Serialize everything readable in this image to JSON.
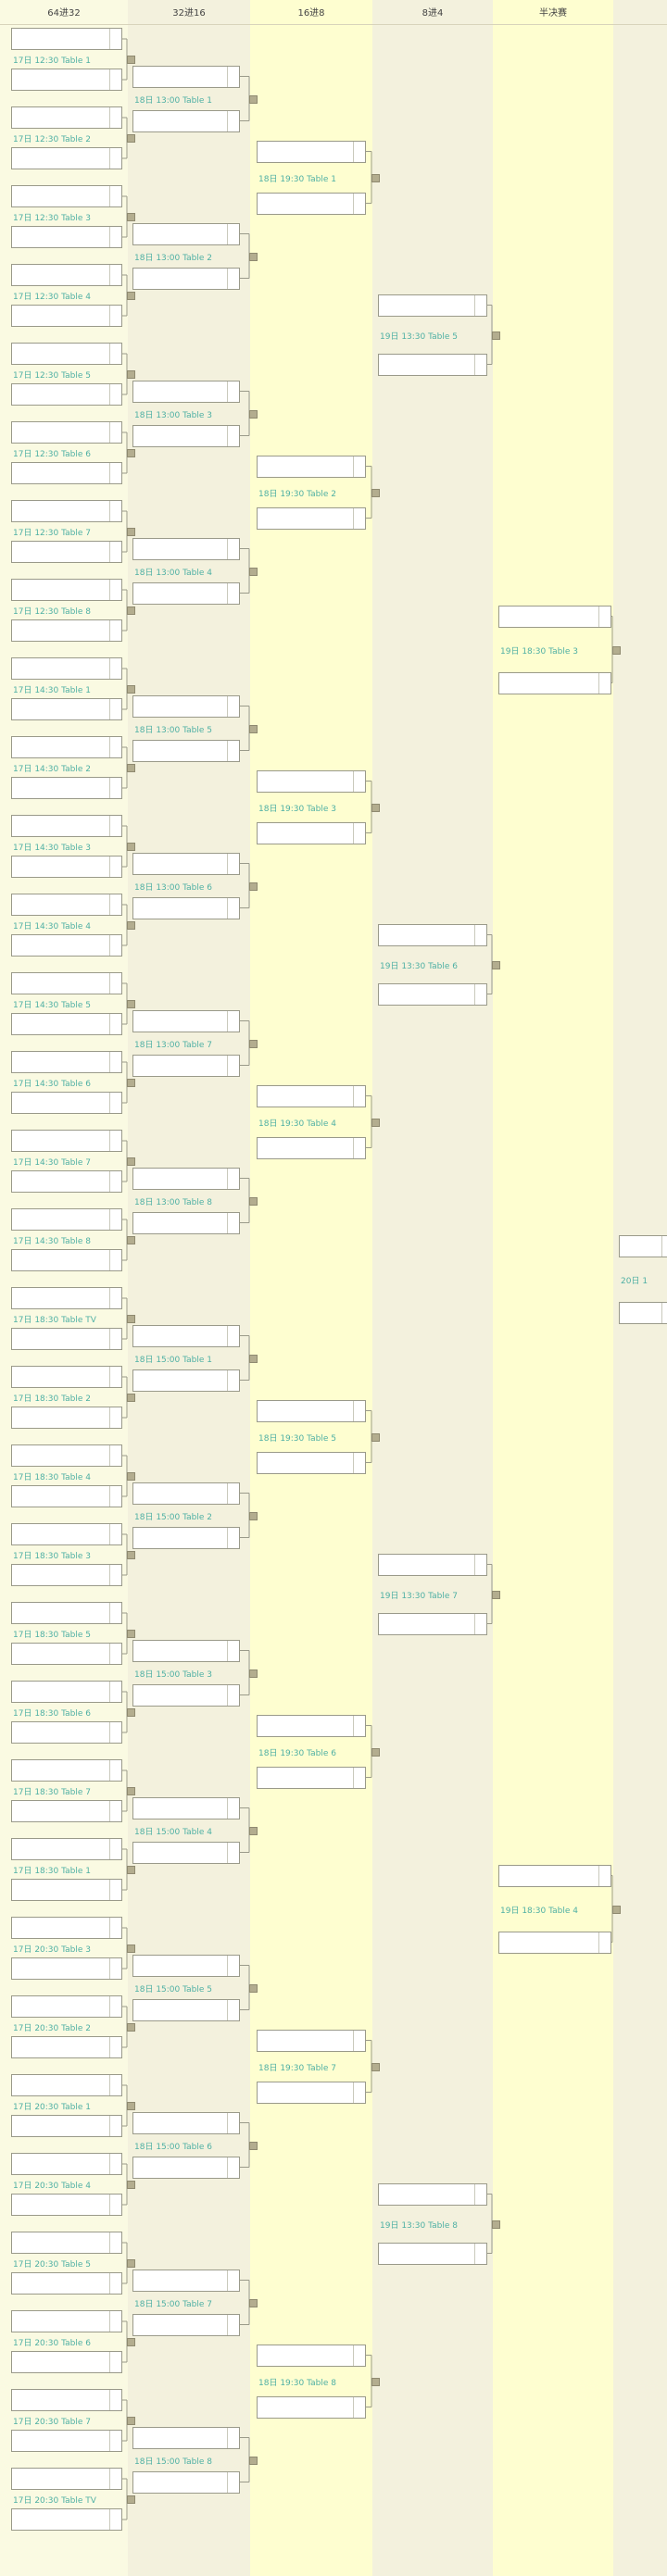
{
  "rounds": [
    {
      "label": "64进32",
      "bg": "#fafae2"
    },
    {
      "label": "32进16",
      "bg": "#f3f1dd"
    },
    {
      "label": "16进8",
      "bg": "#fefed0"
    },
    {
      "label": "8进4",
      "bg": "#f3f1dd"
    },
    {
      "label": "半决赛",
      "bg": "#fefed0"
    },
    {
      "label": "",
      "bg": "#f3f1dd"
    }
  ],
  "matches": {
    "r0": [
      {
        "label": "17日 12:30 Table 1",
        "top": {
          "seed": "",
          "name": "",
          "score": ""
        },
        "bottom": {
          "seed": "",
          "name": "",
          "score": ""
        }
      },
      {
        "label": "17日 12:30 Table 2",
        "top": {
          "seed": "",
          "name": "",
          "score": ""
        },
        "bottom": {
          "seed": "",
          "name": "",
          "score": ""
        }
      },
      {
        "label": "17日 12:30 Table 3",
        "top": {
          "seed": "",
          "name": "",
          "score": ""
        },
        "bottom": {
          "seed": "",
          "name": "",
          "score": ""
        }
      },
      {
        "label": "17日 12:30 Table 4",
        "top": {
          "seed": "",
          "name": "",
          "score": ""
        },
        "bottom": {
          "seed": "",
          "name": "",
          "score": ""
        }
      },
      {
        "label": "17日 12:30 Table 5",
        "top": {
          "seed": "",
          "name": "",
          "score": ""
        },
        "bottom": {
          "seed": "",
          "name": "",
          "score": ""
        }
      },
      {
        "label": "17日 12:30 Table 6",
        "top": {
          "seed": "",
          "name": "",
          "score": ""
        },
        "bottom": {
          "seed": "",
          "name": "",
          "score": ""
        }
      },
      {
        "label": "17日 12:30 Table 7",
        "top": {
          "seed": "",
          "name": "",
          "score": ""
        },
        "bottom": {
          "seed": "",
          "name": "",
          "score": ""
        }
      },
      {
        "label": "17日 12:30 Table 8",
        "top": {
          "seed": "",
          "name": "",
          "score": ""
        },
        "bottom": {
          "seed": "",
          "name": "",
          "score": ""
        }
      },
      {
        "label": "17日 14:30 Table 1",
        "top": {
          "seed": "",
          "name": "",
          "score": ""
        },
        "bottom": {
          "seed": "",
          "name": "",
          "score": ""
        }
      },
      {
        "label": "17日 14:30 Table 2",
        "top": {
          "seed": "",
          "name": "",
          "score": ""
        },
        "bottom": {
          "seed": "",
          "name": "",
          "score": ""
        }
      },
      {
        "label": "17日 14:30 Table 3",
        "top": {
          "seed": "",
          "name": "",
          "score": ""
        },
        "bottom": {
          "seed": "",
          "name": "",
          "score": ""
        }
      },
      {
        "label": "17日 14:30 Table 4",
        "top": {
          "seed": "",
          "name": "",
          "score": ""
        },
        "bottom": {
          "seed": "",
          "name": "",
          "score": ""
        }
      },
      {
        "label": "17日 14:30 Table 5",
        "top": {
          "seed": "",
          "name": "",
          "score": ""
        },
        "bottom": {
          "seed": "",
          "name": "",
          "score": ""
        }
      },
      {
        "label": "17日 14:30 Table 6",
        "top": {
          "seed": "",
          "name": "",
          "score": ""
        },
        "bottom": {
          "seed": "",
          "name": "",
          "score": ""
        }
      },
      {
        "label": "17日 14:30 Table 7",
        "top": {
          "seed": "",
          "name": "",
          "score": ""
        },
        "bottom": {
          "seed": "",
          "name": "",
          "score": ""
        }
      },
      {
        "label": "17日 14:30 Table 8",
        "top": {
          "seed": "",
          "name": "",
          "score": ""
        },
        "bottom": {
          "seed": "",
          "name": "",
          "score": ""
        }
      },
      {
        "label": "17日 18:30 Table TV",
        "top": {
          "seed": "",
          "name": "",
          "score": ""
        },
        "bottom": {
          "seed": "",
          "name": "",
          "score": ""
        }
      },
      {
        "label": "17日 18:30 Table 2",
        "top": {
          "seed": "",
          "name": "",
          "score": ""
        },
        "bottom": {
          "seed": "",
          "name": "",
          "score": ""
        }
      },
      {
        "label": "17日 18:30 Table 4",
        "top": {
          "seed": "",
          "name": "",
          "score": ""
        },
        "bottom": {
          "seed": "",
          "name": "",
          "score": ""
        }
      },
      {
        "label": "17日 18:30 Table 3",
        "top": {
          "seed": "",
          "name": "",
          "score": ""
        },
        "bottom": {
          "seed": "",
          "name": "",
          "score": ""
        }
      },
      {
        "label": "17日 18:30 Table 5",
        "top": {
          "seed": "",
          "name": "",
          "score": ""
        },
        "bottom": {
          "seed": "",
          "name": "",
          "score": ""
        }
      },
      {
        "label": "17日 18:30 Table 6",
        "top": {
          "seed": "",
          "name": "",
          "score": ""
        },
        "bottom": {
          "seed": "",
          "name": "",
          "score": ""
        }
      },
      {
        "label": "17日 18:30 Table 7",
        "top": {
          "seed": "",
          "name": "",
          "score": ""
        },
        "bottom": {
          "seed": "",
          "name": "",
          "score": ""
        }
      },
      {
        "label": "17日 18:30 Table 1",
        "top": {
          "seed": "",
          "name": "",
          "score": ""
        },
        "bottom": {
          "seed": "",
          "name": "",
          "score": ""
        }
      },
      {
        "label": "17日 20:30 Table 3",
        "top": {
          "seed": "",
          "name": "",
          "score": ""
        },
        "bottom": {
          "seed": "",
          "name": "",
          "score": ""
        }
      },
      {
        "label": "17日 20:30 Table 2",
        "top": {
          "seed": "",
          "name": "",
          "score": ""
        },
        "bottom": {
          "seed": "",
          "name": "",
          "score": ""
        }
      },
      {
        "label": "17日 20:30 Table 1",
        "top": {
          "seed": "",
          "name": "",
          "score": ""
        },
        "bottom": {
          "seed": "",
          "name": "",
          "score": ""
        }
      },
      {
        "label": "17日 20:30 Table 4",
        "top": {
          "seed": "",
          "name": "",
          "score": ""
        },
        "bottom": {
          "seed": "",
          "name": "",
          "score": ""
        }
      },
      {
        "label": "17日 20:30 Table 5",
        "top": {
          "seed": "",
          "name": "",
          "score": ""
        },
        "bottom": {
          "seed": "",
          "name": "",
          "score": ""
        }
      },
      {
        "label": "17日 20:30 Table 6",
        "top": {
          "seed": "",
          "name": "",
          "score": ""
        },
        "bottom": {
          "seed": "",
          "name": "",
          "score": ""
        }
      },
      {
        "label": "17日 20:30 Table 7",
        "top": {
          "seed": "",
          "name": "",
          "score": ""
        },
        "bottom": {
          "seed": "",
          "name": "",
          "score": ""
        }
      },
      {
        "label": "17日 20:30 Table TV",
        "top": {
          "seed": "",
          "name": "",
          "score": ""
        },
        "bottom": {
          "seed": "",
          "name": "",
          "score": ""
        }
      }
    ],
    "r1": [
      {
        "label": "18日 13:00 Table 1",
        "top": {
          "seed": "",
          "name": "",
          "score": ""
        },
        "bottom": {
          "seed": "",
          "name": "",
          "score": ""
        }
      },
      {
        "label": "18日 13:00 Table 2",
        "top": {
          "seed": "",
          "name": "",
          "score": ""
        },
        "bottom": {
          "seed": "",
          "name": "",
          "score": ""
        }
      },
      {
        "label": "18日 13:00 Table 3",
        "top": {
          "seed": "",
          "name": "",
          "score": ""
        },
        "bottom": {
          "seed": "",
          "name": "",
          "score": ""
        }
      },
      {
        "label": "18日 13:00 Table 4",
        "top": {
          "seed": "",
          "name": "",
          "score": ""
        },
        "bottom": {
          "seed": "",
          "name": "",
          "score": ""
        }
      },
      {
        "label": "18日 13:00 Table 5",
        "top": {
          "seed": "",
          "name": "",
          "score": ""
        },
        "bottom": {
          "seed": "",
          "name": "",
          "score": ""
        }
      },
      {
        "label": "18日 13:00 Table 6",
        "top": {
          "seed": "",
          "name": "",
          "score": ""
        },
        "bottom": {
          "seed": "",
          "name": "",
          "score": ""
        }
      },
      {
        "label": "18日 13:00 Table 7",
        "top": {
          "seed": "",
          "name": "",
          "score": ""
        },
        "bottom": {
          "seed": "",
          "name": "",
          "score": ""
        }
      },
      {
        "label": "18日 13:00 Table 8",
        "top": {
          "seed": "",
          "name": "",
          "score": ""
        },
        "bottom": {
          "seed": "",
          "name": "",
          "score": ""
        }
      },
      {
        "label": "18日 15:00 Table 1",
        "top": {
          "seed": "",
          "name": "",
          "score": ""
        },
        "bottom": {
          "seed": "",
          "name": "",
          "score": ""
        }
      },
      {
        "label": "18日 15:00 Table 2",
        "top": {
          "seed": "",
          "name": "",
          "score": ""
        },
        "bottom": {
          "seed": "",
          "name": "",
          "score": ""
        }
      },
      {
        "label": "18日 15:00 Table 3",
        "top": {
          "seed": "",
          "name": "",
          "score": ""
        },
        "bottom": {
          "seed": "",
          "name": "",
          "score": ""
        }
      },
      {
        "label": "18日 15:00 Table 4",
        "top": {
          "seed": "",
          "name": "",
          "score": ""
        },
        "bottom": {
          "seed": "",
          "name": "",
          "score": ""
        }
      },
      {
        "label": "18日 15:00 Table 5",
        "top": {
          "seed": "",
          "name": "",
          "score": ""
        },
        "bottom": {
          "seed": "",
          "name": "",
          "score": ""
        }
      },
      {
        "label": "18日 15:00 Table 6",
        "top": {
          "seed": "",
          "name": "",
          "score": ""
        },
        "bottom": {
          "seed": "",
          "name": "",
          "score": ""
        }
      },
      {
        "label": "18日 15:00 Table 7",
        "top": {
          "seed": "",
          "name": "",
          "score": ""
        },
        "bottom": {
          "seed": "",
          "name": "",
          "score": ""
        }
      },
      {
        "label": "18日 15:00 Table 8",
        "top": {
          "seed": "",
          "name": "",
          "score": ""
        },
        "bottom": {
          "seed": "",
          "name": "",
          "score": ""
        }
      }
    ],
    "r2": [
      {
        "label": "18日 19:30 Table 1",
        "top": {
          "seed": "",
          "name": "",
          "score": ""
        },
        "bottom": {
          "seed": "",
          "name": "",
          "score": ""
        }
      },
      {
        "label": "18日 19:30 Table 2",
        "top": {
          "seed": "",
          "name": "",
          "score": ""
        },
        "bottom": {
          "seed": "",
          "name": "",
          "score": ""
        }
      },
      {
        "label": "18日 19:30 Table 3",
        "top": {
          "seed": "",
          "name": "",
          "score": ""
        },
        "bottom": {
          "seed": "",
          "name": "",
          "score": ""
        }
      },
      {
        "label": "18日 19:30 Table 4",
        "top": {
          "seed": "",
          "name": "",
          "score": ""
        },
        "bottom": {
          "seed": "",
          "name": "",
          "score": ""
        }
      },
      {
        "label": "18日 19:30 Table 5",
        "top": {
          "seed": "",
          "name": "",
          "score": ""
        },
        "bottom": {
          "seed": "",
          "name": "",
          "score": ""
        }
      },
      {
        "label": "18日 19:30 Table 6",
        "top": {
          "seed": "",
          "name": "",
          "score": ""
        },
        "bottom": {
          "seed": "",
          "name": "",
          "score": ""
        }
      },
      {
        "label": "18日 19:30 Table 7",
        "top": {
          "seed": "",
          "name": "",
          "score": ""
        },
        "bottom": {
          "seed": "",
          "name": "",
          "score": ""
        }
      },
      {
        "label": "18日 19:30 Table 8",
        "top": {
          "seed": "",
          "name": "",
          "score": ""
        },
        "bottom": {
          "seed": "",
          "name": "",
          "score": ""
        }
      }
    ],
    "r3": [
      {
        "label": "19日 13:30 Table 5",
        "top": {
          "seed": "",
          "name": "",
          "score": ""
        },
        "bottom": {
          "seed": "",
          "name": "",
          "score": ""
        }
      },
      {
        "label": "19日 13:30 Table 6",
        "top": {
          "seed": "",
          "name": "",
          "score": ""
        },
        "bottom": {
          "seed": "",
          "name": "",
          "score": ""
        }
      },
      {
        "label": "19日 13:30 Table 7",
        "top": {
          "seed": "",
          "name": "",
          "score": ""
        },
        "bottom": {
          "seed": "",
          "name": "",
          "score": ""
        }
      },
      {
        "label": "19日 13:30 Table 8",
        "top": {
          "seed": "",
          "name": "",
          "score": ""
        },
        "bottom": {
          "seed": "",
          "name": "",
          "score": ""
        }
      }
    ],
    "r4": [
      {
        "label": "19日 18:30 Table 3",
        "top": {
          "seed": "",
          "name": "",
          "score": ""
        },
        "bottom": {
          "seed": "",
          "name": "",
          "score": ""
        }
      },
      {
        "label": "19日 18:30 Table 4",
        "top": {
          "seed": "",
          "name": "",
          "score": ""
        },
        "bottom": {
          "seed": "",
          "name": "",
          "score": ""
        }
      }
    ],
    "r5": [
      {
        "label": "20日 1",
        "top": {
          "seed": "",
          "name": "",
          "score": ""
        },
        "bottom": {
          "seed": "",
          "name": "",
          "score": ""
        }
      }
    ]
  }
}
